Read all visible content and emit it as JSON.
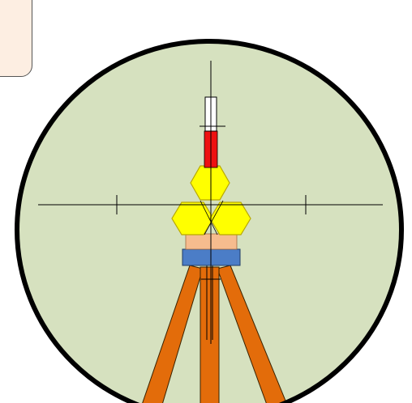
{
  "diagram": {
    "subject": "theodolite-on-tripod-seen-through-telescope-eyepiece",
    "colors": {
      "background": "#ffffff",
      "callout_fill": "#fdeee2",
      "callout_border": "#555555",
      "field_of_view": "#d6e1bf",
      "eyepiece_ring": "#000000",
      "crosshair": "#000000",
      "staff_top": "#ffffff",
      "staff_red": "#ee1111",
      "hex_nuts": "#ffff00",
      "hex_outline": "#b8a800",
      "peach_block": "#f6bc8e",
      "blue_band": "#4b7dc7",
      "tripod_legs": "#e36c0a"
    },
    "elements": [
      "callout-box",
      "eyepiece-view",
      "crosshair-horizontal",
      "crosshair-vertical",
      "staff",
      "hex-nuts",
      "tribrach-block",
      "blue-band",
      "tripod-legs"
    ]
  }
}
